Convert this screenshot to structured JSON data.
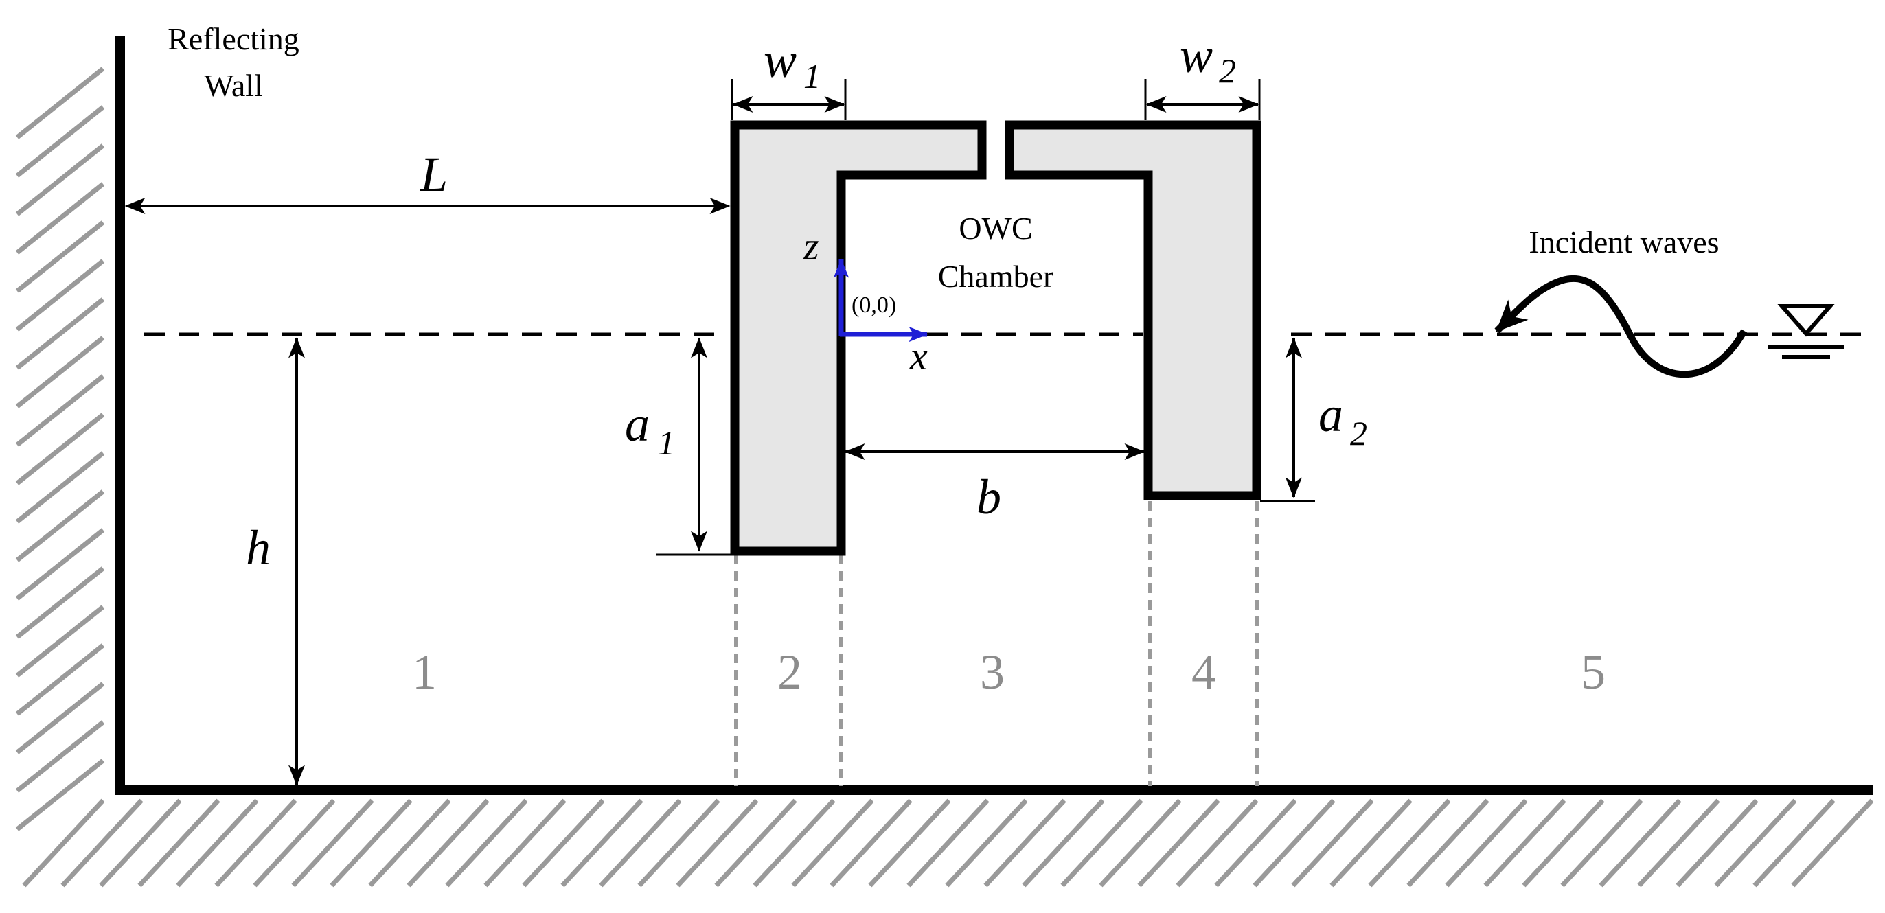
{
  "labels": {
    "reflecting_wall_line1": "Reflecting",
    "reflecting_wall_line2": "Wall",
    "chamber_line1": "OWC",
    "chamber_line2": "Chamber",
    "incident_waves": "Incident waves",
    "origin": "(0,0)",
    "axis_x": "x",
    "axis_z": "z"
  },
  "dimensions": {
    "L": "L",
    "h": "h",
    "b": "b",
    "w1_base": "w",
    "w1_sub": "1",
    "w2_base": "w",
    "w2_sub": "2",
    "a1_base": "a",
    "a1_sub": "1",
    "a2_base": "a",
    "a2_sub": "2"
  },
  "regions": [
    "1",
    "2",
    "3",
    "4",
    "5"
  ],
  "colors": {
    "structure_fill": "#e6e6e6",
    "structure_stroke": "#000000",
    "hatch": "#9a9a9a",
    "guide_lines": "#9a9a9a",
    "axis_arrows": "#1f1fd6"
  }
}
